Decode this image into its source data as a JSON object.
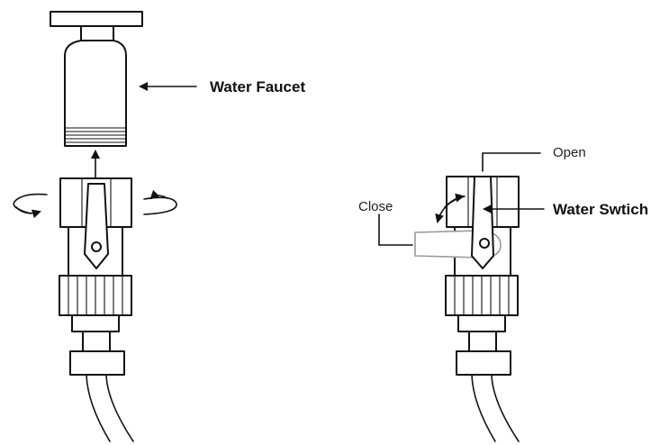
{
  "labels": {
    "water_faucet": "Water Faucet",
    "water_switch": "Water Swtich",
    "open": "Open",
    "close": "Close"
  },
  "colors": {
    "line": "#111111",
    "ghost_handle": "#9a9a9a",
    "background": "#ffffff"
  }
}
